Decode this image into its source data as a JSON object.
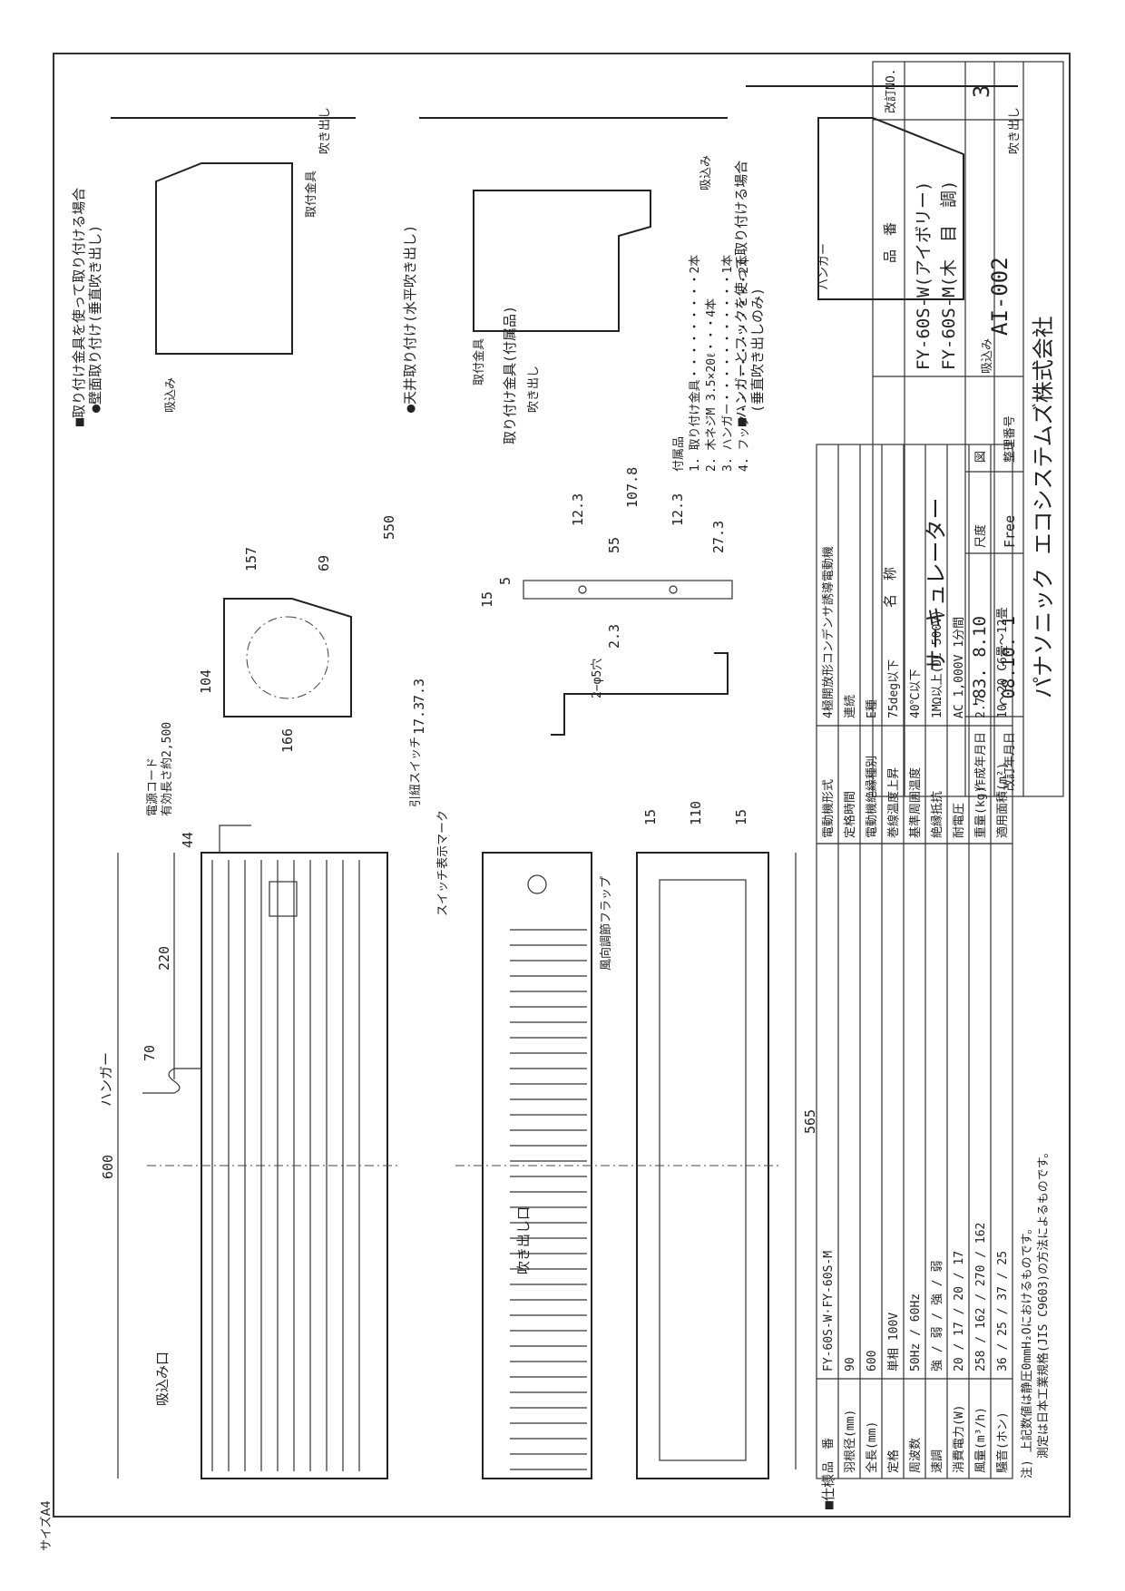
{
  "spec": {
    "title": "■仕様",
    "rows": [
      [
        "品　番",
        "FY-60S-W·FY-60S-M"
      ],
      [
        "羽根径(mm)",
        "90"
      ],
      [
        "全長(mm)",
        "600"
      ],
      [
        "定格",
        "単相 100V"
      ],
      [
        "周波数",
        "50Hz / 60Hz"
      ],
      [
        "速調",
        "強 / 弱 / 強 / 弱"
      ],
      [
        "消費電力(W)",
        "20 / 17 / 20 / 17"
      ],
      [
        "風量(m³/h)",
        "258 / 162 / 270 / 162"
      ],
      [
        "騒音(ホン)",
        "36 / 25 / 37 / 25"
      ]
    ],
    "note1": "注) 上記数値は静圧0mmH₂Oにおけるものです。",
    "note2": "測定は日本工業規格(JIS C9603)の方法によるものです。"
  },
  "motor": {
    "rows": [
      [
        "電動機形式",
        "4極開放形コンデンサ誘導電動機"
      ],
      [
        "定格時間",
        "連続"
      ],
      [
        "電動機絶縁種別",
        "E種"
      ],
      [
        "巻線温度上昇",
        "75deg以下"
      ],
      [
        "基準周囲温度",
        "40℃以下"
      ],
      [
        "絶縁抵抗",
        "1MΩ以上(DC 500V)"
      ],
      [
        "耐電圧",
        "AC 1,000V 1分間"
      ],
      [
        "重量(kg)",
        "2.7"
      ],
      [
        "適用面積(m²)",
        "10〜20 C6畳〜12畳"
      ]
    ]
  },
  "accessories": {
    "title": "付属品",
    "items": [
      "1. 取り付け金具・・・・・・・・・2本",
      "2. 木ネジM 3.5×20ℓ・・・4本",
      "3. ハンガー・・・・・・・・・・・1本",
      "4. フック・・・・・・・・・・・・2本"
    ]
  },
  "labels": {
    "suction": "吸込み口",
    "outlet": "吹き出し口",
    "hanger": "ハンガー",
    "cord1": "電源コード",
    "cord2": "有効長さ約2,500",
    "pull_switch": "引紐スイッチ",
    "switch_mark": "スイッチ表示マーク",
    "flap": "風向調節フラップ",
    "bracket_title": "取り付け金具(付属品)",
    "hole": "2−φ5穴",
    "wall_title": "■取り付け金具を使って取り付ける場合",
    "wall_sub": "●壁面取り付け(垂直吹き出し)",
    "ceiling_sub": "●天井取り付け(水平吹き出し)",
    "hanger_title": "■ハンガーとフックを使って取り付ける場合",
    "hanger_sub": "(垂直吹き出しのみ)",
    "in": "吸込み",
    "out": "吹き出し",
    "fitting": "取付金具",
    "hanger2": "ハンガー"
  },
  "dims": [
    "600",
    "220",
    "70",
    "44",
    "565",
    "15",
    "110",
    "15",
    "166",
    "104",
    "157",
    "69",
    "550",
    "17.3",
    "7.3",
    "2.3",
    "15",
    "5",
    "107.8",
    "12.3",
    "12.3",
    "55",
    "27.3"
  ],
  "title_block": {
    "h_name": "名　称",
    "h_part": "品　番",
    "h_rev": "改訂NO.",
    "name": "サーキュレーター",
    "part1": "FY-60S-W(アイボリー)",
    "part2": "FY-60S-M(木　目　調)",
    "rev": "3",
    "created_label": "作成年月日",
    "created": "'83. 8.10",
    "revised_label": "改訂年月日",
    "revised": "'08.10. 1",
    "scale_label": "尺度",
    "scale": "Free",
    "proj_label": "図",
    "mgmt_label": "整理番号",
    "mgmt": "AI-002",
    "company": "パナソニック エコシステムズ株式会社"
  },
  "footer": "サイズA4"
}
